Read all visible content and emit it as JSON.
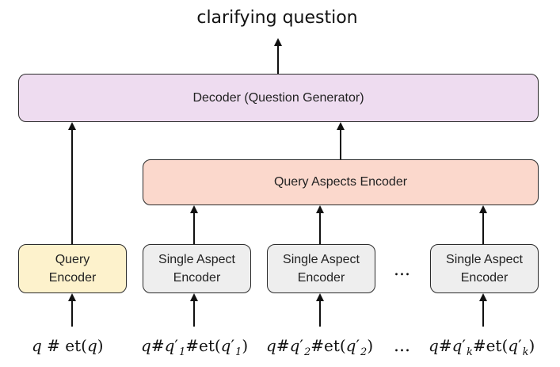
{
  "output_label": "clarifying question",
  "decoder": {
    "label": "Decoder (Question Generator)"
  },
  "aspects_encoder": {
    "label": "Query Aspects Encoder"
  },
  "query_encoder": {
    "line1": "Query",
    "line2": "Encoder"
  },
  "single_aspect_encoders": [
    {
      "line1": "Single Aspect",
      "line2": "Encoder"
    },
    {
      "line1": "Single Aspect",
      "line2": "Encoder"
    },
    {
      "line1": "Single Aspect",
      "line2": "Encoder"
    }
  ],
  "ellipsis": "...",
  "inputs": {
    "query": {
      "q": "q",
      "hash": "#",
      "et": "et",
      "open": "(",
      "close": ")"
    },
    "aspects": [
      {
        "q": "q",
        "hash": "#",
        "prime": "′",
        "sub": "1",
        "et": "et",
        "open": "(",
        "close": ")"
      },
      {
        "q": "q",
        "hash": "#",
        "prime": "′",
        "sub": "2",
        "et": "et",
        "open": "(",
        "close": ")"
      },
      {
        "q": "q",
        "hash": "#",
        "prime": "′",
        "sub": "k",
        "et": "et",
        "open": "(",
        "close": ")"
      }
    ]
  }
}
